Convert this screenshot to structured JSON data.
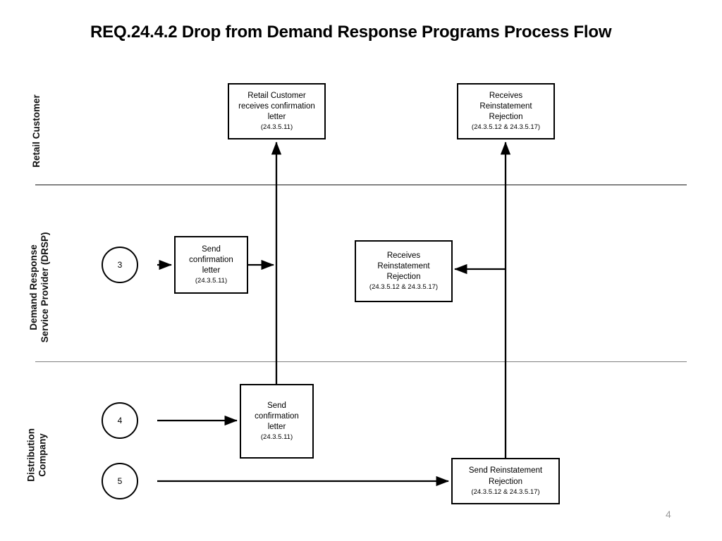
{
  "slide": {
    "title": "REQ.24.4.2 Drop from Demand Response Programs Process Flow",
    "page_number": "4"
  },
  "lanes": [
    {
      "id": "retail-customer",
      "label_lines": [
        "Retail Customer"
      ],
      "label_line_1": "Retail Customer"
    },
    {
      "id": "drsp",
      "label_lines": [
        "Demand Response",
        "Service Provider (DRSP)"
      ],
      "label_line_1": "Demand Response",
      "label_line_2": "Service Provider (DRSP)"
    },
    {
      "id": "distribution-company",
      "label_lines": [
        "Distribution",
        "Company"
      ],
      "label_line_1": "Distribution",
      "label_line_2": "Company"
    }
  ],
  "start_nodes": [
    {
      "id": "start-3",
      "label": "3"
    },
    {
      "id": "start-4",
      "label": "4"
    },
    {
      "id": "start-5",
      "label": "5"
    }
  ],
  "nodes": [
    {
      "id": "retail-customer-receives-confirmation-letter",
      "lane": "retail-customer",
      "line_1": "Retail Customer",
      "line_2": "receives confirmation",
      "line_3": "letter",
      "reference": "(24.3.5.11)"
    },
    {
      "id": "retail-customer-receives-reinstatement-rejection",
      "lane": "retail-customer",
      "line_1": "Receives",
      "line_2": "Reinstatement",
      "line_3": "Rejection",
      "reference": "(24.3.5.12 & 24.3.5.17)"
    },
    {
      "id": "drsp-send-confirmation-letter",
      "lane": "drsp",
      "line_1": "Send",
      "line_2": "confirmation",
      "line_3": "letter",
      "reference": "(24.3.5.11)"
    },
    {
      "id": "drsp-receives-reinstatement-rejection",
      "lane": "drsp",
      "line_1": "Receives",
      "line_2": "Reinstatement",
      "line_3": "Rejection",
      "reference": "(24.3.5.12 & 24.3.5.17)"
    },
    {
      "id": "dc-send-confirmation-letter",
      "lane": "distribution-company",
      "line_1": "Send",
      "line_2": "confirmation",
      "line_3": "letter",
      "reference": "(24.3.5.11)"
    },
    {
      "id": "dc-send-reinstatement-rejection",
      "lane": "distribution-company",
      "line_1": "Send Reinstatement",
      "line_2": "Rejection",
      "line_3": "",
      "reference": "(24.3.5.12 & 24.3.5.17)"
    }
  ],
  "colors": {
    "stroke": "#000000",
    "divider_strong": "#1a1a1a",
    "divider_soft": "#808080",
    "page_number": "#9a9a9a",
    "background": "#ffffff"
  }
}
